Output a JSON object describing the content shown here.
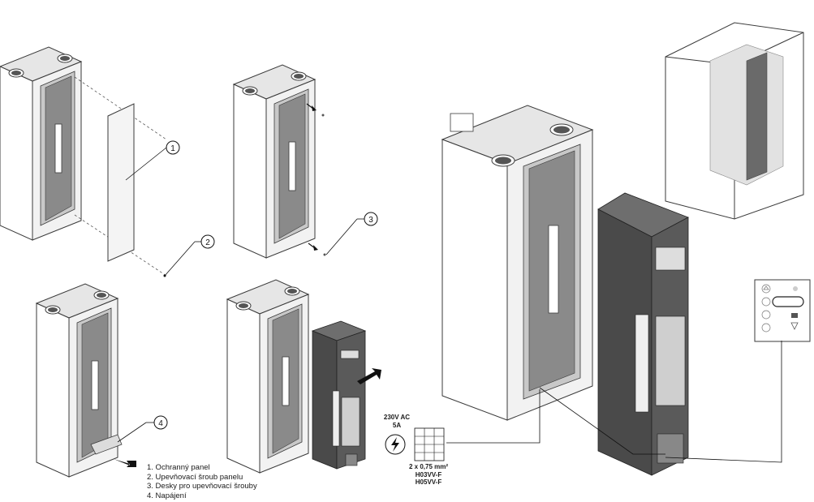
{
  "callouts": [
    "1",
    "2",
    "3",
    "4"
  ],
  "legend": [
    "1. Ochranný panel",
    "2. Upevňovací šroub panelu",
    "3. Desky pro upevňovací šrouby",
    "4. Napájení"
  ],
  "power_spec": {
    "voltage": "230V AC",
    "current": "5A"
  },
  "cable_spec": {
    "section": "2 x 0,75 mm²",
    "type_a": "H03VV-F",
    "type_b": "H05VV-F"
  },
  "icons": [
    "lightning-icon",
    "home-icon",
    "fan-icon",
    "filter-icon",
    "arrow-icon"
  ],
  "colors": {
    "outline": "#3a3a3a",
    "panel_white": "#ffffff",
    "shade_light": "#e6e6e6",
    "shade_mid": "#c8c8c8",
    "shade_dark": "#6e6e6e",
    "module_dark": "#4a4a4a"
  }
}
